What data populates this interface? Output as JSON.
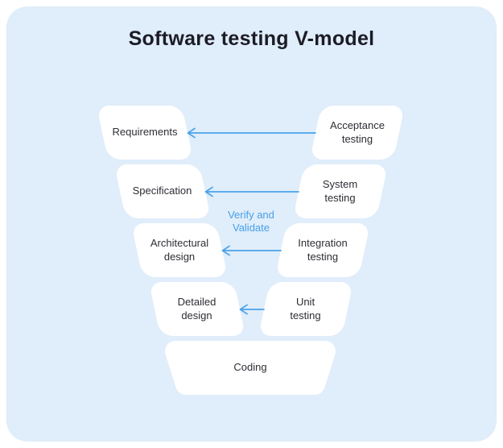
{
  "title": "Software testing V-model",
  "diagram": {
    "center_note": "Verify and\nValidate",
    "rows": [
      {
        "left": "Requirements",
        "right": "Acceptance\ntesting"
      },
      {
        "left": "Specification",
        "right": "System\ntesting"
      },
      {
        "left": "Architectural\ndesign",
        "right": "Integration\ntesting"
      },
      {
        "left": "Detailed\ndesign",
        "right": "Unit\ntesting"
      }
    ],
    "bottom": "Coding",
    "arrows": [
      {
        "from": "Acceptance testing",
        "to": "Requirements"
      },
      {
        "from": "System testing",
        "to": "Specification"
      },
      {
        "from": "Integration testing",
        "to": "Architectural design"
      },
      {
        "from": "Unit testing",
        "to": "Detailed design"
      }
    ]
  },
  "colors": {
    "page_background": "#ffffff",
    "board_background": "#e0edfa",
    "box_background": "#ffffff",
    "accent_blue": "#4aa2ea",
    "title_text": "#1c1c26",
    "box_text": "#2d2d35"
  }
}
